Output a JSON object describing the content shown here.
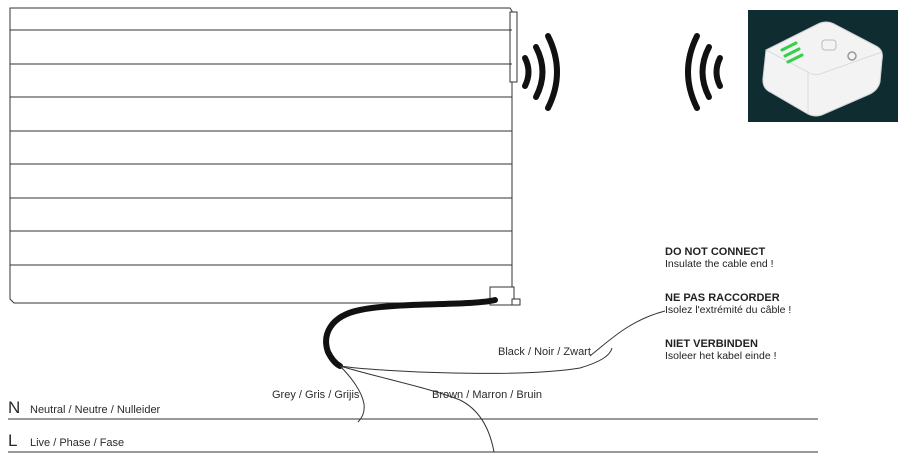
{
  "wires": {
    "black": "Black / Noir / Zwart",
    "grey": "Grey / Gris / Grijis",
    "brown": "Brown / Marron / Bruin"
  },
  "lines": {
    "neutral_letter": "N",
    "neutral_label": "Neutral / Neutre / Nulleider",
    "live_letter": "L",
    "live_label": "Live / Phase / Fase"
  },
  "warnings": [
    {
      "title": "DO NOT CONNECT",
      "text": "Insulate the cable end !"
    },
    {
      "title": "NE PAS RACCORDER",
      "text": "Isolez l'extrémité du câble !"
    },
    {
      "title": "NIET VERBINDEN",
      "text": "Isoleer het kabel einde !"
    }
  ],
  "colors": {
    "stroke": "#333333",
    "cable": "#111111",
    "device_bg": "#0f2c30",
    "led": "#35d04a"
  },
  "icons": {
    "radiator": "radiator-icon",
    "signal_out": "wireless-signal-icon",
    "signal_in": "wireless-signal-icon",
    "device": "wifi-module-icon"
  }
}
